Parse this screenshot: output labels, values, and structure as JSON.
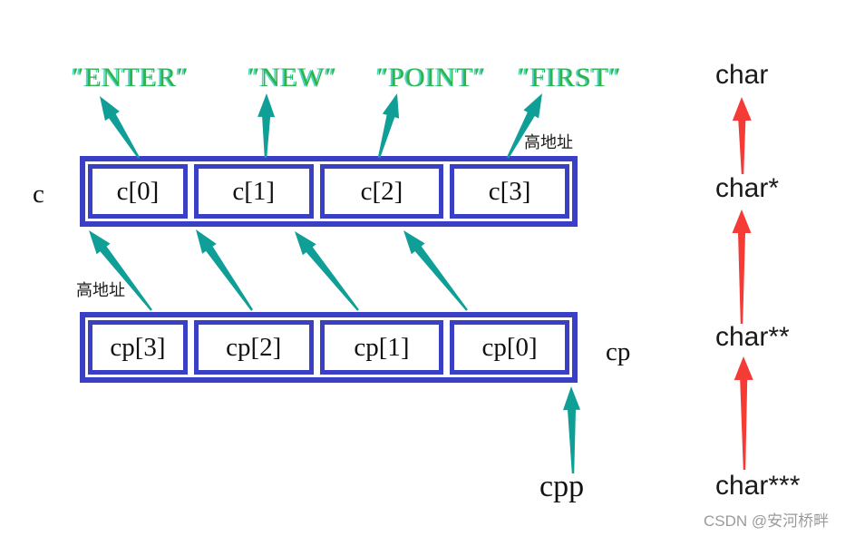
{
  "strings": [
    "″ENTER″",
    "″NEW″",
    "″POINT″",
    "″FIRST″"
  ],
  "c_row": {
    "label": "c",
    "high_addr": "高地址",
    "cells": [
      "c[0]",
      "c[1]",
      "c[2]",
      "c[3]"
    ]
  },
  "cp_row": {
    "label": "cp",
    "high_addr": "高地址",
    "cells": [
      "cp[3]",
      "cp[2]",
      "cp[1]",
      "cp[0]"
    ]
  },
  "cpp_label": "cpp",
  "type_labels": [
    "char",
    "char*",
    "char**",
    "char***"
  ],
  "watermark": "CSDN @安河桥畔",
  "colors": {
    "box_border": "#3a40c6",
    "teal_arrow": "#0f9f96",
    "red_arrow": "#f43b36",
    "string_green": "#2fb44b",
    "string_fringe": "#4fd6c9",
    "watermark_gray": "#9b9b9b"
  }
}
